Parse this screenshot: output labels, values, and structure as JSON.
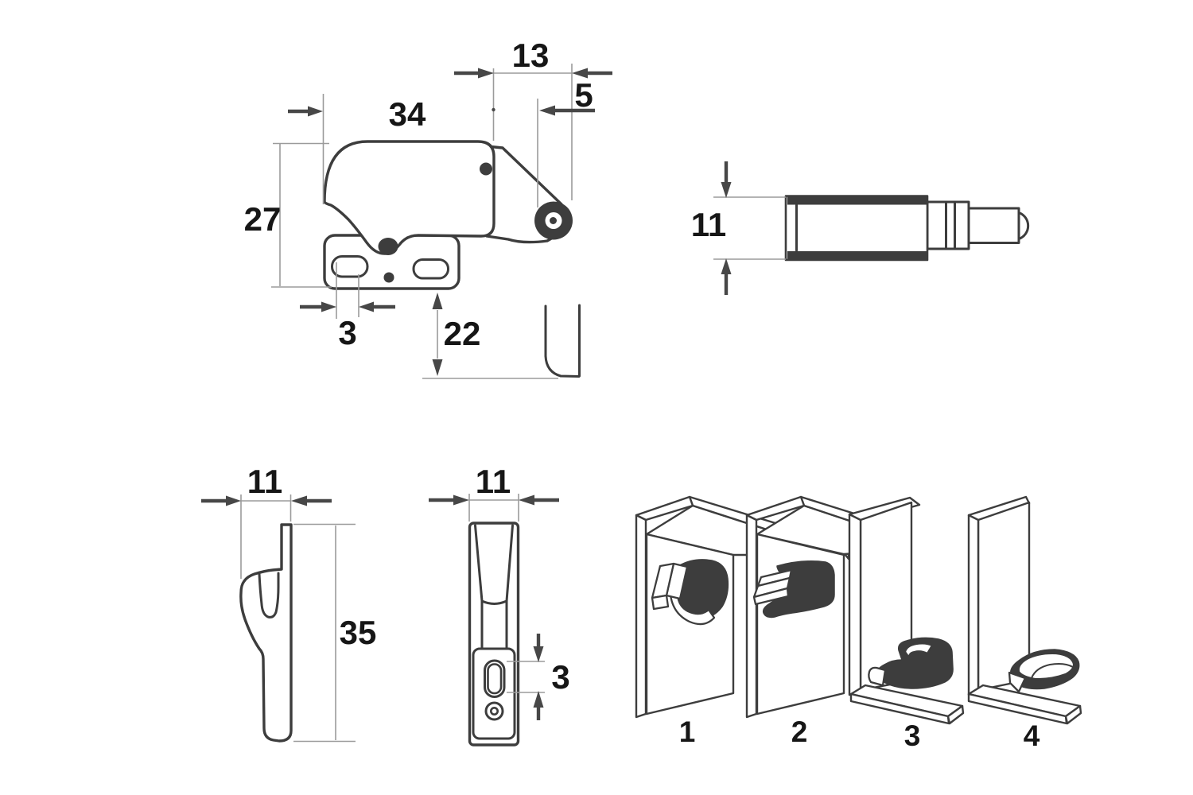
{
  "sheet": {
    "type": "hardware-technical-drawing",
    "background": "#ffffff"
  },
  "colors": {
    "outline": "#3d3d3d",
    "dimension_line": "#9b9b9b",
    "arrow": "#474747",
    "text": "#161616"
  },
  "dims": {
    "latch_nose_width": "13",
    "latch_nose_offset": "5",
    "latch_body_width": "34",
    "latch_body_height": "27",
    "latch_slot_width": "3",
    "latch_mount_depth": "22",
    "latch_side_height": "11",
    "striker_depth": "11",
    "striker_height": "35",
    "striker_width": "11",
    "striker_slot_height": "3"
  },
  "positions": {
    "p1": "1",
    "p2": "2",
    "p3": "3",
    "p4": "4"
  }
}
